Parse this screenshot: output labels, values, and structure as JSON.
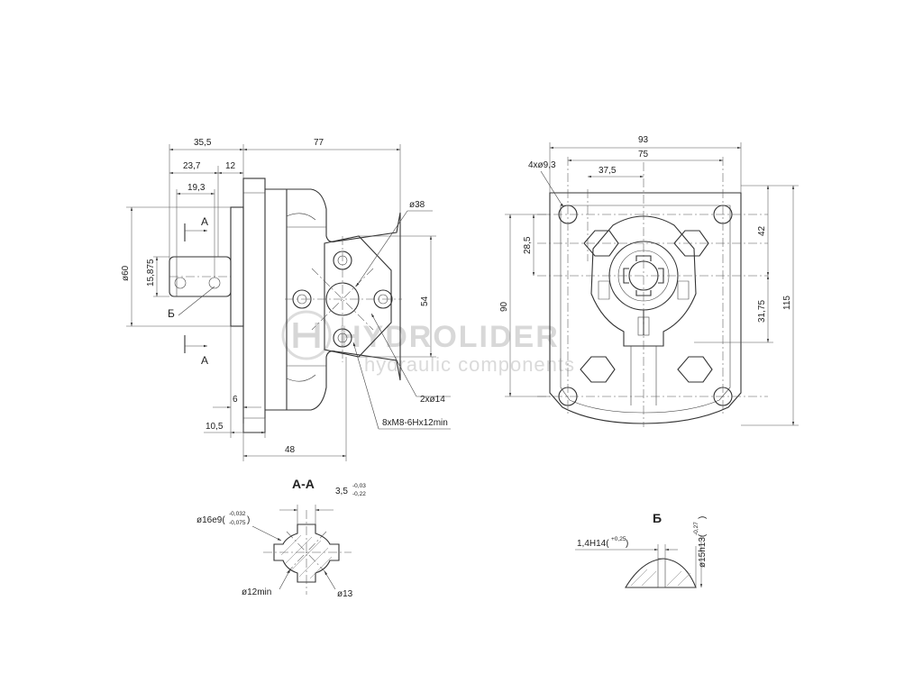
{
  "side_view": {
    "dims": {
      "d_35_5": "35,5",
      "d_77": "77",
      "d_23_7": "23,7",
      "d_12": "12",
      "d_19_3": "19,3",
      "d_15_875": "15,875",
      "d_60": "ø60",
      "d_38": "ø38",
      "d_54": "54",
      "d_6": "6",
      "d_10_5": "10,5",
      "d_48": "48"
    },
    "labels": {
      "section_a_top": "A",
      "section_a_bottom": "A",
      "detail_b": "Б"
    },
    "callouts": {
      "port": "2xø14",
      "threads": "8xM8-6Hx12min"
    }
  },
  "front_view": {
    "dims": {
      "d_93": "93",
      "d_75": "75",
      "d_37_5": "37,5",
      "holes": "4xø9,3",
      "d_28_5": "28,5",
      "d_90": "90",
      "d_42": "42",
      "d_31_75": "31,75",
      "d_115": "115"
    }
  },
  "section_aa": {
    "title": "A-A",
    "key_width": "3,5",
    "key_width_upper": "-0,03",
    "key_width_lower": "-0,22",
    "shaft_dia": "ø16e9(",
    "shaft_dia_upper": "-0,032",
    "shaft_dia_lower": "-0,075",
    "shaft_dia_close": ")",
    "min_dia": "ø12min",
    "outer_dia": "ø13"
  },
  "detail_b": {
    "title": "Б",
    "key_dim": "1,4H14(",
    "key_dim_tol": "+0,25",
    "key_dim_close": ")",
    "shaft_dim": "ø15h13(",
    "shaft_dim_tol": "-0,27",
    "shaft_dim_close": ")"
  },
  "watermark": {
    "brand": "HYDROLIDER",
    "tagline": "hydraulic components"
  }
}
